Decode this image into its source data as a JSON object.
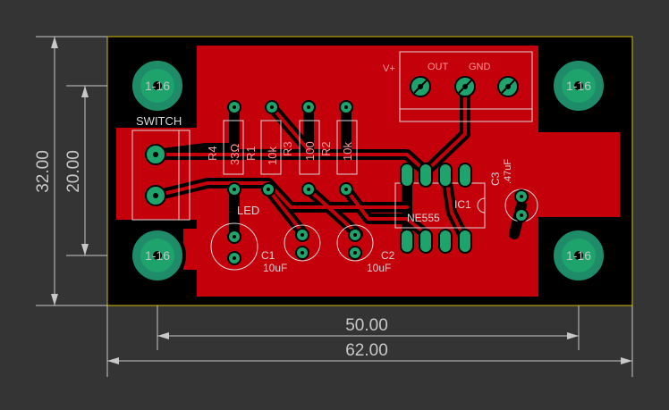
{
  "dimensions": {
    "height_outer": "32.00",
    "height_inner": "20.00",
    "width_inner": "50.00",
    "width_outer": "62.00"
  },
  "mount_holes": [
    "1-16",
    "1-16",
    "1-16",
    "1-16"
  ],
  "switch": {
    "label": "SWITCH"
  },
  "resistors": [
    {
      "name": "R4",
      "value": "33Ω"
    },
    {
      "name": "R1",
      "value": "10k"
    },
    {
      "name": "R3",
      "value": "100"
    },
    {
      "name": "R2",
      "value": "10k"
    }
  ],
  "led": {
    "label": "LED"
  },
  "capacitors": [
    {
      "name": "C1",
      "value": "10uF"
    },
    {
      "name": "C2",
      "value": "10uF"
    },
    {
      "name": "C3",
      "value": ".47uF"
    }
  ],
  "ic": {
    "name": "IC1",
    "part": "NE555"
  },
  "connector": {
    "pins": [
      "V+",
      "OUT",
      "GND"
    ]
  },
  "colors": {
    "background": "#343434",
    "copper": "#c4000b",
    "pad": "#1ea36c",
    "hole_ring": "#1e8c68",
    "silkscreen": "#d8d8d8",
    "dimension": "#c8c8c8"
  }
}
